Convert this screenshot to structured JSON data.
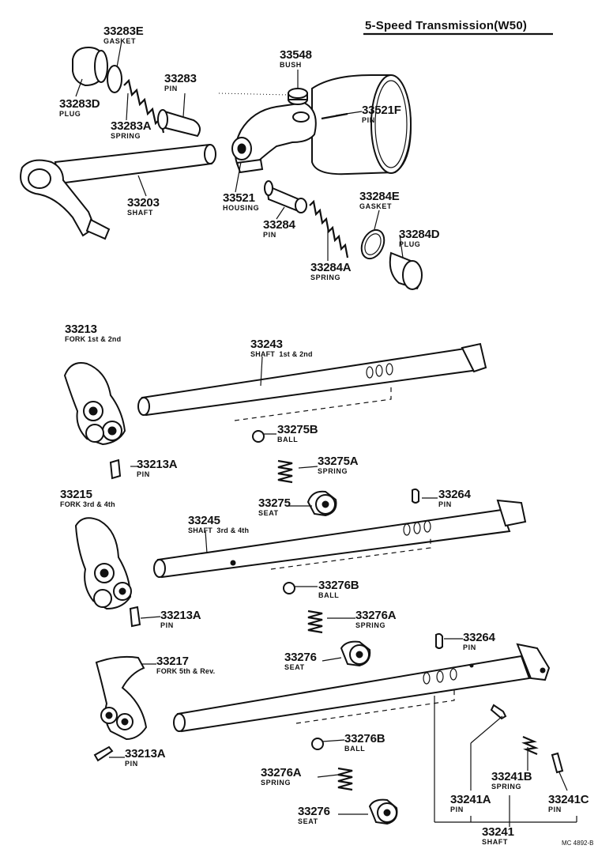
{
  "title": "5-Speed Transmission(W50)",
  "catalog_code": "MC 4892-B",
  "parts": {
    "p33283E": {
      "number": "33283E",
      "name": "GASKET"
    },
    "p33283": {
      "number": "33283",
      "name": "PIN"
    },
    "p33283D": {
      "number": "33283D",
      "name": "PLUG"
    },
    "p33283A": {
      "number": "33283A",
      "name": "SPRING"
    },
    "p33548": {
      "number": "33548",
      "name": "BUSH"
    },
    "p33521F": {
      "number": "33521F",
      "name": "PIN"
    },
    "p33203": {
      "number": "33203",
      "name": "SHAFT"
    },
    "p33521": {
      "number": "33521",
      "name": "HOUSING"
    },
    "p33284E": {
      "number": "33284E",
      "name": "GASKET"
    },
    "p33284": {
      "number": "33284",
      "name": "PIN"
    },
    "p33284D": {
      "number": "33284D",
      "name": "PLUG"
    },
    "p33284A": {
      "number": "33284A",
      "name": "SPRING"
    },
    "p33213": {
      "number": "33213",
      "name": "FORK 1st & 2nd"
    },
    "p33243": {
      "number": "33243",
      "name": "SHAFT  1st & 2nd"
    },
    "p33275B": {
      "number": "33275B",
      "name": "BALL"
    },
    "p33213A_1": {
      "number": "33213A",
      "name": "PIN"
    },
    "p33275A": {
      "number": "33275A",
      "name": "SPRING"
    },
    "p33215": {
      "number": "33215",
      "name": "FORK 3rd & 4th"
    },
    "p33275": {
      "number": "33275",
      "name": "SEAT"
    },
    "p33264_1": {
      "number": "33264",
      "name": "PIN"
    },
    "p33245": {
      "number": "33245",
      "name": "SHAFT  3rd & 4th"
    },
    "p33276B_1": {
      "number": "33276B",
      "name": "BALL"
    },
    "p33213A_2": {
      "number": "33213A",
      "name": "PIN"
    },
    "p33276A_1": {
      "number": "33276A",
      "name": "SPRING"
    },
    "p33264_2": {
      "number": "33264",
      "name": "PIN"
    },
    "p33217": {
      "number": "33217",
      "name": "FORK 5th & Rev."
    },
    "p33276_1": {
      "number": "33276",
      "name": "SEAT"
    },
    "p33276B_2": {
      "number": "33276B",
      "name": "BALL"
    },
    "p33213A_3": {
      "number": "33213A",
      "name": "PIN"
    },
    "p33241B": {
      "number": "33241B",
      "name": "SPRING"
    },
    "p33276A_2": {
      "number": "33276A",
      "name": "SPRING"
    },
    "p33241A": {
      "number": "33241A",
      "name": "PIN"
    },
    "p33241C": {
      "number": "33241C",
      "name": "PIN"
    },
    "p33276_2": {
      "number": "33276",
      "name": "SEAT"
    },
    "p33241": {
      "number": "33241",
      "name": "SHAFT"
    }
  }
}
